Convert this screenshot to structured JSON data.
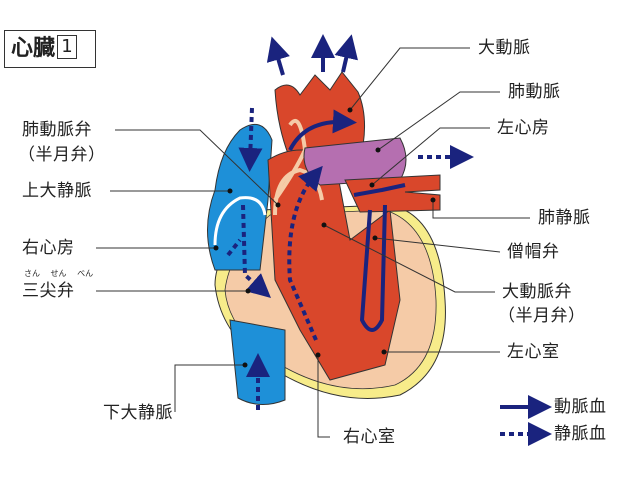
{
  "title": {
    "text": "心臓",
    "number": "1"
  },
  "labels": {
    "pulmonary_valve": "肺動脈弁",
    "pulmonary_valve_sub": "（半月弁）",
    "superior_vena_cava": "上大静脈",
    "right_atrium": "右心房",
    "tricuspid_ruby": "さん せん べん",
    "tricuspid_valve": "三尖弁",
    "inferior_vena_cava": "下大静脈",
    "right_ventricle": "右心室",
    "aorta": "大動脈",
    "pulmonary_artery": "肺動脈",
    "left_atrium": "左心房",
    "pulmonary_vein": "肺静脈",
    "mitral_valve": "僧帽弁",
    "aortic_valve": "大動脈弁",
    "aortic_valve_sub": "（半月弁）",
    "left_ventricle": "左心室"
  },
  "legend": [
    {
      "label": "動脈血",
      "style": "solid"
    },
    {
      "label": "静脈血",
      "style": "dashed"
    }
  ],
  "colors": {
    "muscle": "#d9472b",
    "vein_blue": "#1e90d8",
    "left_atrium": "#b56fb0",
    "wall": "#f5cba7",
    "pericardium": "#f7ec8a",
    "arrow": "#1a237e"
  }
}
